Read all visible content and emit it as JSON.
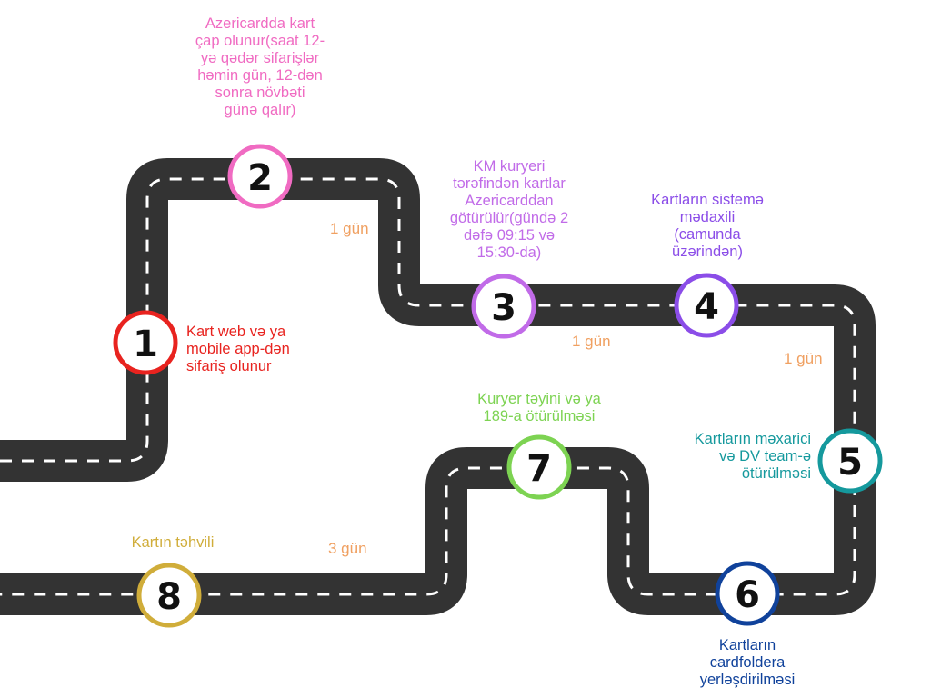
{
  "colors": {
    "road": "#333333",
    "road_dash": "#ffffff",
    "duration": "#f0a061",
    "marker_fill": "#ffffff",
    "number": "#111111"
  },
  "steps": [
    {
      "num": "1",
      "label": "Kart web və ya\nmobile app-dən\nsifariş olunur",
      "color": "#e8231f"
    },
    {
      "num": "2",
      "label": "Azericardda kart\nçap olunur(saat 12-\nyə qədər sifarişlər\nhəmin gün, 12-dən\nsonra növbəti\ngünə qalır)",
      "color": "#f06bc2"
    },
    {
      "num": "3",
      "label": "KM kuryeri\ntərəfindən kartlar\nAzericarddan\ngötürülür(gündə 2\ndəfə 09:15 və\n15:30-da)",
      "color": "#c16be8"
    },
    {
      "num": "4",
      "label": "Kartların sistemə\nmədaxili\n(camunda\nüzərindən)",
      "color": "#8b4de8"
    },
    {
      "num": "5",
      "label": "Kartların məxarici\nvə DV team-ə\nötürülməsi",
      "color": "#15999d"
    },
    {
      "num": "6",
      "label": "Kartların\ncardfoldera\nyerləşdirilməsi",
      "color": "#10429b"
    },
    {
      "num": "7",
      "label": "Kuryer təyini və ya\n189-a ötürülməsi",
      "color": "#7dd352"
    },
    {
      "num": "8",
      "label": "Kartın təhvili",
      "color": "#d0ad3a"
    }
  ],
  "durations": [
    {
      "text": "1 gün"
    },
    {
      "text": "1 gün"
    },
    {
      "text": "1 gün"
    },
    {
      "text": "3 gün"
    }
  ]
}
